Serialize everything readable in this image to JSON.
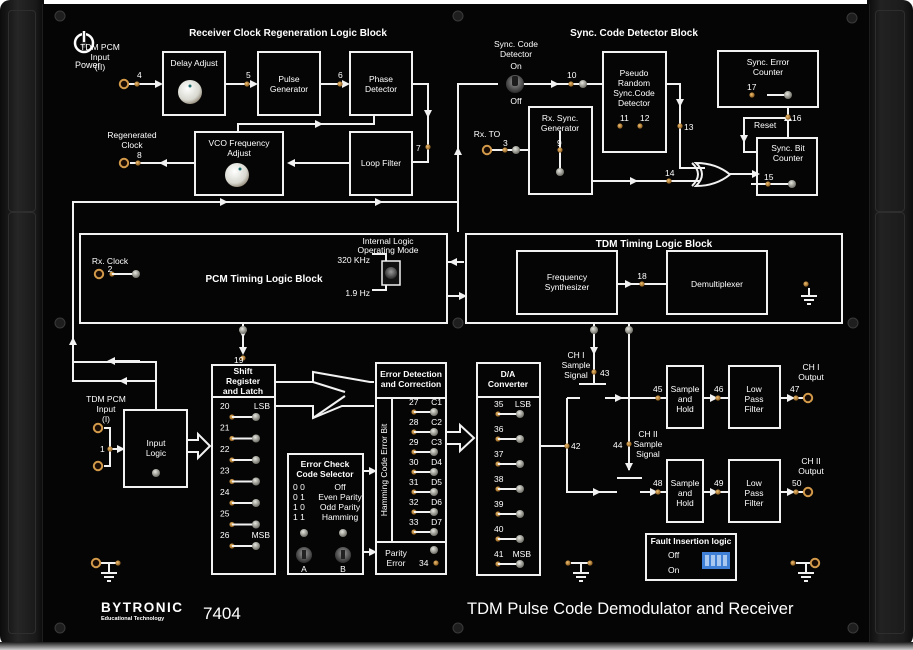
{
  "board": {
    "brand": "BYTRONIC",
    "brand_sub": "Educational Technology",
    "model": "7404",
    "title": "TDM Pulse Code Demodulator and Receiver",
    "power_label": "Power"
  },
  "receiver_clock": {
    "title": "Receiver Clock Regeneration Logic Block",
    "input_label_1": "TDM PCM",
    "input_label_2": "Input",
    "input_label_3": "(II)",
    "tp4": "4",
    "delay_adjust": "Delay Adjust",
    "tp5": "5",
    "pulse_gen_1": "Pulse",
    "pulse_gen_2": "Generator",
    "tp6": "6",
    "phase_det_1": "Phase",
    "phase_det_2": "Detector",
    "tp7": "7",
    "loop_filter": "Loop Filter",
    "vco_1": "VCO Frequency",
    "vco_2": "Adjust",
    "regen_1": "Regenerated",
    "regen_2": "Clock",
    "tp8": "8"
  },
  "sync_detector": {
    "title": "Sync. Code Detector Block",
    "switch_label_1": "Sync. Code",
    "switch_label_2": "Detector",
    "switch_on": "On",
    "switch_off": "Off",
    "tp10": "10",
    "prsc_1": "Pseudo",
    "prsc_2": "Random",
    "prsc_3": "Sync.Code",
    "prsc_4": "Detector",
    "tp11": "11",
    "tp12": "12",
    "tp13": "13",
    "rx_to": "Rx. TO",
    "tp3": "3",
    "rx_sync_1": "Rx. Sync.",
    "rx_sync_2": "Generator",
    "tp9": "9",
    "tp14": "14",
    "err_counter_1": "Sync. Error",
    "err_counter_2": "Counter",
    "tp17": "17",
    "reset": "Reset",
    "tp16": "16",
    "bit_counter_1": "Sync. Bit",
    "bit_counter_2": "Counter",
    "tp15": "15"
  },
  "pcm_timing": {
    "title": "PCM Timing Logic Block",
    "rx_clock": "Rx. Clock",
    "tp2": "2",
    "mode_1": "Internal Logic",
    "mode_2": "Operating Mode",
    "mode_high": "320 KHz",
    "mode_low": "1.9 Hz"
  },
  "tdm_timing": {
    "title": "TDM Timing Logic Block",
    "freq_1": "Frequency",
    "freq_2": "Synthesizer",
    "tp18": "18",
    "demux": "Demultiplexer"
  },
  "input_logic": {
    "input_1": "TDM PCM",
    "input_2": "Input",
    "input_3": "(I)",
    "tp1": "1",
    "label_1": "Input",
    "label_2": "Logic"
  },
  "shift_register": {
    "tp19": "19",
    "title_1": "Shift",
    "title_2": "Register",
    "title_3": "and Latch",
    "bits": [
      {
        "tp": "20",
        "tag": "LSB"
      },
      {
        "tp": "21",
        "tag": ""
      },
      {
        "tp": "22",
        "tag": ""
      },
      {
        "tp": "23",
        "tag": ""
      },
      {
        "tp": "24",
        "tag": ""
      },
      {
        "tp": "25",
        "tag": ""
      },
      {
        "tp": "26",
        "tag": "MSB"
      }
    ]
  },
  "error_selector": {
    "title_1": "Error Check",
    "title_2": "Code Selector",
    "options": [
      {
        "code": "0 0",
        "label": "Off"
      },
      {
        "code": "0 1",
        "label": "Even Parity"
      },
      {
        "code": "1 0",
        "label": "Odd Parity"
      },
      {
        "code": "1 1",
        "label": "Hamming"
      }
    ],
    "switch_a": "A",
    "switch_b": "B"
  },
  "error_detection": {
    "title_1": "Error Detection",
    "title_2": "and Correction",
    "side_label": "Hamming Code Error Bit",
    "bits": [
      {
        "tp": "27",
        "tag": "C1"
      },
      {
        "tp": "28",
        "tag": "C2"
      },
      {
        "tp": "29",
        "tag": "C3"
      },
      {
        "tp": "30",
        "tag": "D4"
      },
      {
        "tp": "31",
        "tag": "D5"
      },
      {
        "tp": "32",
        "tag": "D6"
      },
      {
        "tp": "33",
        "tag": "D7"
      }
    ],
    "parity_1": "Parity",
    "parity_2": "Error",
    "tp34": "34"
  },
  "dac": {
    "title_1": "D/A",
    "title_2": "Converter",
    "bits": [
      {
        "tp": "35",
        "tag": "LSB"
      },
      {
        "tp": "36",
        "tag": ""
      },
      {
        "tp": "37",
        "tag": ""
      },
      {
        "tp": "38",
        "tag": ""
      },
      {
        "tp": "39",
        "tag": ""
      },
      {
        "tp": "40",
        "tag": ""
      },
      {
        "tp": "41",
        "tag": "MSB"
      }
    ],
    "tp42": "42"
  },
  "channels": {
    "ch1_sample_1": "CH I",
    "ch1_sample_2": "Sample",
    "ch1_sample_3": "Signal",
    "tp43": "43",
    "ch2_sample_1": "CH II",
    "ch2_sample_2": "Sample",
    "ch2_sample_3": "Signal",
    "tp44": "44",
    "tp45": "45",
    "tp46": "46",
    "tp47": "47",
    "tp48": "48",
    "tp49": "49",
    "tp50": "50",
    "sh_1": "Sample",
    "sh_2": "and",
    "sh_3": "Hold",
    "lpf_1": "Low",
    "lpf_2": "Pass",
    "lpf_3": "Filter",
    "ch1_out_1": "CH I",
    "ch1_out_2": "Output",
    "ch2_out_1": "CH II",
    "ch2_out_2": "Output"
  },
  "fault": {
    "title": "Fault Insertion logic",
    "off": "Off",
    "on": "On"
  },
  "colors": {
    "panel": "#050505",
    "line": "#f2f2f2",
    "brass": "#b8863a",
    "dip": "#3f7fd6"
  }
}
